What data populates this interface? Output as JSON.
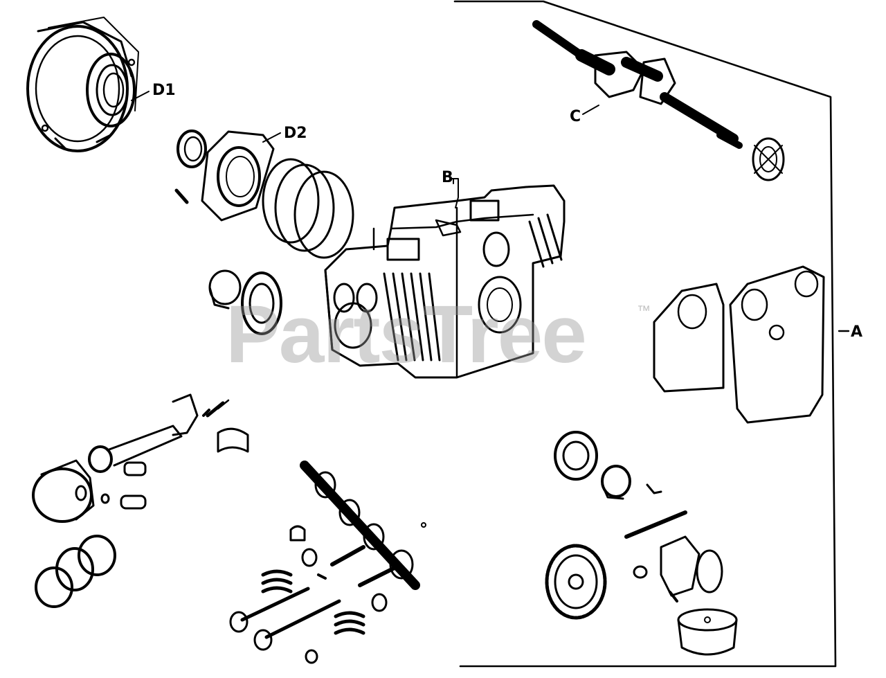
{
  "watermark": {
    "text": "PartsTree",
    "tm": "™"
  },
  "callouts": {
    "d1": "D1",
    "d2": "D2",
    "b": "B",
    "c": "C",
    "a": "A"
  },
  "colors": {
    "ink": "#000000",
    "watermark": "#999999",
    "paper": "#ffffff"
  },
  "icons": [
    "crankcase-housing",
    "crankshaft",
    "piston",
    "connecting-rod",
    "camshaft",
    "valve",
    "valve-spring",
    "oil-pump",
    "gear",
    "gasket",
    "bearing",
    "oil-filter"
  ]
}
